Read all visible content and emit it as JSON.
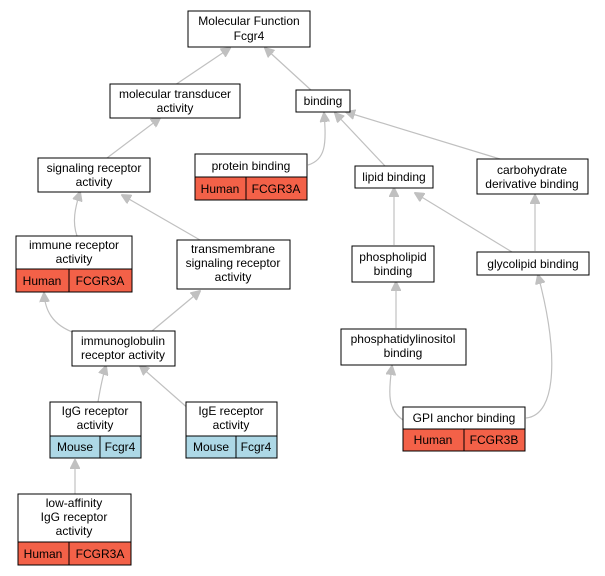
{
  "nodes": {
    "mf": {
      "lines": [
        "Molecular Function",
        "Fcgr4"
      ]
    },
    "mt": {
      "lines": [
        "molecular transducer",
        "activity"
      ]
    },
    "binding": {
      "lines": [
        "binding"
      ]
    },
    "srec": {
      "lines": [
        "signaling receptor",
        "activity"
      ]
    },
    "pbind": {
      "lines": [
        "protein binding"
      ],
      "species": "Human",
      "gene": "FCGR3A",
      "color": "#f36148"
    },
    "lipid": {
      "lines": [
        "lipid binding"
      ]
    },
    "carb": {
      "lines": [
        "carbohydrate",
        "derivative binding"
      ]
    },
    "imrec": {
      "lines": [
        "immune receptor",
        "activity"
      ],
      "species": "Human",
      "gene": "FCGR3A",
      "color": "#f36148"
    },
    "tmsr": {
      "lines": [
        "transmembrane",
        "signaling receptor",
        "activity"
      ]
    },
    "phosl": {
      "lines": [
        "phospholipid",
        "binding"
      ]
    },
    "glyco": {
      "lines": [
        "glycolipid binding"
      ]
    },
    "igrec": {
      "lines": [
        "immunoglobulin",
        "receptor activity"
      ]
    },
    "ptdins": {
      "lines": [
        "phosphatidylinositol",
        "binding"
      ]
    },
    "iggrec": {
      "lines": [
        "IgG receptor",
        "activity"
      ],
      "species": "Mouse",
      "gene": "Fcgr4",
      "color": "#add8e6"
    },
    "igerec": {
      "lines": [
        "IgE receptor",
        "activity"
      ],
      "species": "Mouse",
      "gene": "Fcgr4",
      "color": "#add8e6"
    },
    "gpi": {
      "lines": [
        "GPI anchor binding"
      ],
      "species": "Human",
      "gene": "FCGR3B",
      "color": "#f36148"
    },
    "lowigg": {
      "lines": [
        "low-affinity",
        "IgG receptor",
        "activity"
      ],
      "species": "Human",
      "gene": "FCGR3A",
      "color": "#f36148"
    }
  },
  "edge_color": "#c0c0c0"
}
